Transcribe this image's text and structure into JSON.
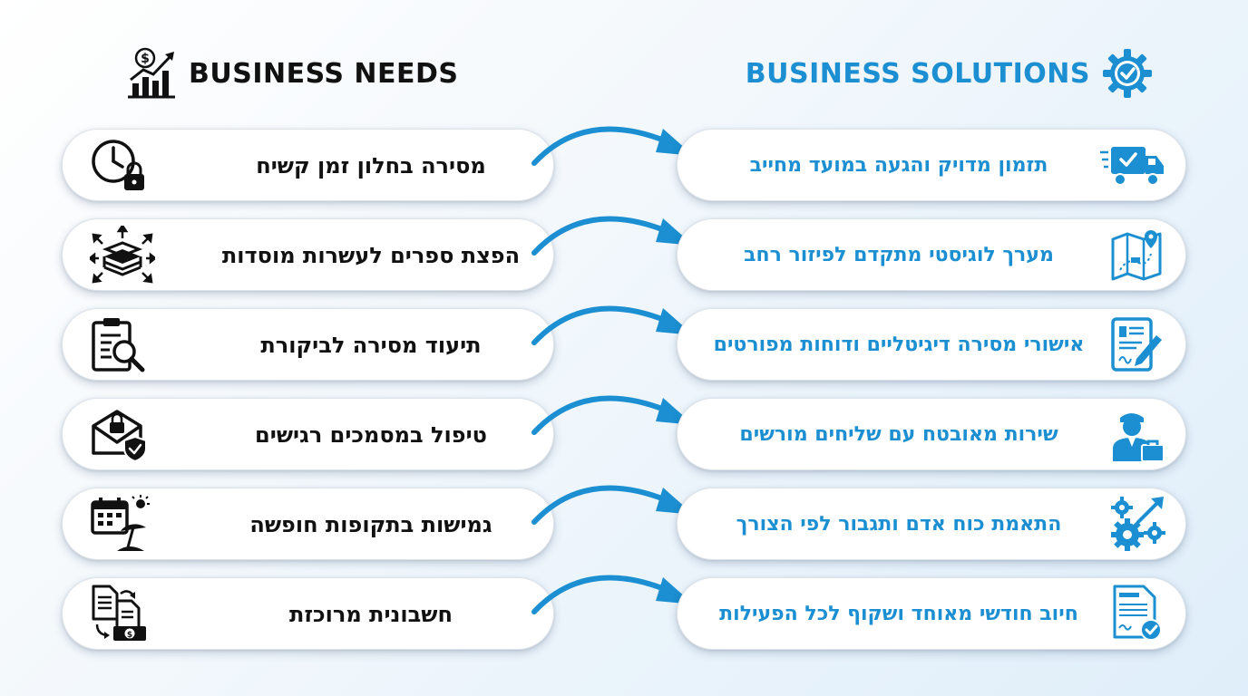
{
  "needs_header": {
    "title": "BUSINESS NEEDS",
    "icon": "chart-growth-dollar-icon"
  },
  "solutions_header": {
    "title": "BUSINESS SOLUTIONS",
    "icon": "gear-check-icon"
  },
  "colors": {
    "accent": "#1b8fd1",
    "dark": "#111111",
    "pill_bg": "#ffffff"
  },
  "rows": [
    {
      "need": "מסירה בחלון זמן קשיח",
      "need_icon": "clock-lock-icon",
      "solution": "תזמון מדויק והגעה במועד מחייב",
      "solution_icon": "delivery-truck-icon"
    },
    {
      "need": "הפצת ספרים לעשרות מוסדות",
      "need_icon": "books-distribution-icon",
      "solution": "מערך לוגיסטי מתקדם לפיזור רחב",
      "solution_icon": "map-route-icon"
    },
    {
      "need": "תיעוד מסירה לביקורת",
      "need_icon": "clipboard-search-icon",
      "solution": "אישורי מסירה דיגיטליים ודוחות מפורטים",
      "solution_icon": "tablet-signature-icon"
    },
    {
      "need": "טיפול במסמכים רגישים",
      "need_icon": "envelope-lock-shield-icon",
      "solution": "שירות מאובטח עם שליחים מורשים",
      "solution_icon": "courier-briefcase-icon"
    },
    {
      "need": "גמישות בתקופות חופשה",
      "need_icon": "calendar-beach-icon",
      "solution": "התאמת כוח אדם ותגבור לפי הצורך",
      "solution_icon": "gears-growth-icon"
    },
    {
      "need": "חשבונית מרוכזת",
      "need_icon": "documents-money-icon",
      "solution": "חיוב חודשי מאוחד ושקוף לכל הפעילות",
      "solution_icon": "invoice-check-icon"
    }
  ]
}
